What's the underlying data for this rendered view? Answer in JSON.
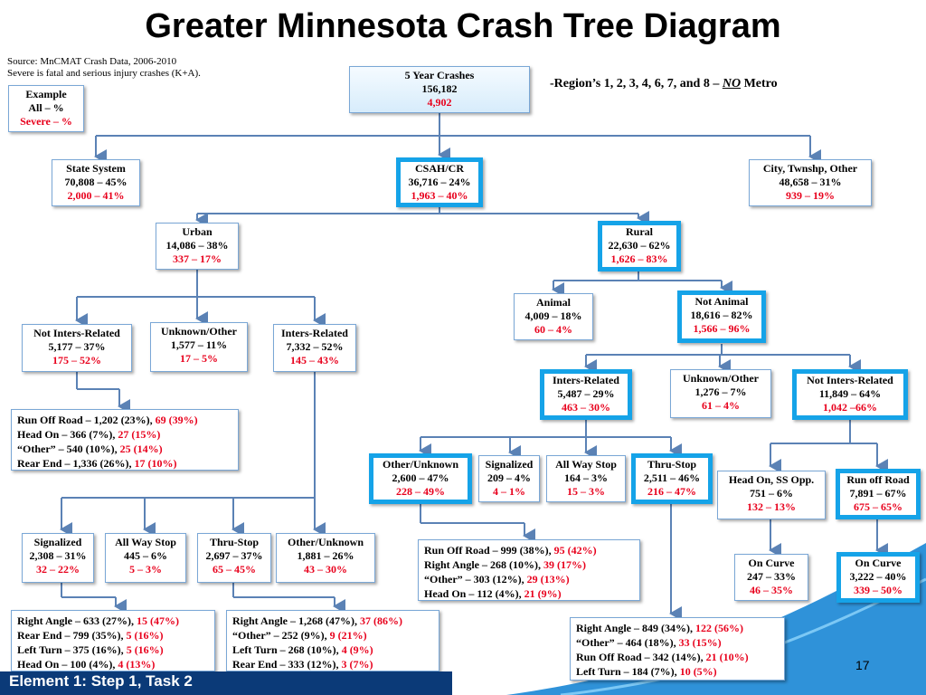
{
  "title": "Greater Minnesota Crash Tree Diagram",
  "source": {
    "line1": "Source: MnCMAT Crash Data, 2006-2010",
    "line2": "Severe is fatal and serious injury crashes (K+A)."
  },
  "region_note": {
    "before": "-Region’s 1, 2, 3, 4, 6, 7, and 8 – ",
    "emph": "NO",
    "after": " Metro"
  },
  "colors": {
    "accent_border": "#15a3e8",
    "severe_red": "#e8001c",
    "footer_band": "#0b3a78",
    "connector": "#5b82b5"
  },
  "nodes": {
    "example": {
      "l1": "Example",
      "l2": "All – %",
      "l3": "Severe – %"
    },
    "total": {
      "l1": "5 Year Crashes",
      "l2": "156,182",
      "l3": "4,902"
    },
    "state": {
      "l1": "State System",
      "l2": "70,808 – 45%",
      "l3": "2,000 – 41%"
    },
    "csah": {
      "l1": "CSAH/CR",
      "l2": "36,716 – 24%",
      "l3": "1,963 – 40%"
    },
    "city": {
      "l1": "City, Twnshp, Other",
      "l2": "48,658 – 31%",
      "l3": "939 – 19%"
    },
    "urban": {
      "l1": "Urban",
      "l2": "14,086 – 38%",
      "l3": "337 – 17%"
    },
    "rural": {
      "l1": "Rural",
      "l2": "22,630 – 62%",
      "l3": "1,626 – 83%"
    },
    "u_not_inters": {
      "l1": "Not Inters-Related",
      "l2": "5,177 – 37%",
      "l3": "175 – 52%"
    },
    "u_unknown": {
      "l1": "Unknown/Other",
      "l2": "1,577 – 11%",
      "l3": "17 – 5%"
    },
    "u_inters": {
      "l1": "Inters-Related",
      "l2": "7,332 – 52%",
      "l3": "145 – 43%"
    },
    "animal": {
      "l1": "Animal",
      "l2": "4,009 – 18%",
      "l3": "60 – 4%"
    },
    "not_animal": {
      "l1": "Not Animal",
      "l2": "18,616 – 82%",
      "l3": "1,566 – 96%"
    },
    "r_inters": {
      "l1": "Inters-Related",
      "l2": "5,487 – 29%",
      "l3": "463 – 30%"
    },
    "r_unknown": {
      "l1": "Unknown/Other",
      "l2": "1,276 – 7%",
      "l3": "61 – 4%"
    },
    "r_not_inters": {
      "l1": "Not Inters-Related",
      "l2": "11,849 – 64%",
      "l3": "1,042 –66%"
    },
    "r_other": {
      "l1": "Other/Unknown",
      "l2": "2,600 – 47%",
      "l3": "228 – 49%"
    },
    "r_signal": {
      "l1": "Signalized",
      "l2": "209 – 4%",
      "l3": "4 – 1%"
    },
    "r_allway": {
      "l1": "All Way Stop",
      "l2": "164 – 3%",
      "l3": "15 – 3%"
    },
    "r_thru": {
      "l1": "Thru-Stop",
      "l2": "2,511 – 46%",
      "l3": "216 – 47%"
    },
    "head_on": {
      "l1": "Head On, SS Opp.",
      "l2": "751 – 6%",
      "l3": "132 – 13%"
    },
    "run_off": {
      "l1": "Run off Road",
      "l2": "7,891 – 67%",
      "l3": "675 – 65%"
    },
    "curve1": {
      "l1": "On Curve",
      "l2": "247 – 33%",
      "l3": "46 – 35%"
    },
    "curve2": {
      "l1": "On Curve",
      "l2": "3,222 – 40%",
      "l3": "339 – 50%"
    },
    "u_signal": {
      "l1": "Signalized",
      "l2": "2,308 – 31%",
      "l3": "32 – 22%"
    },
    "u_allway": {
      "l1": "All Way Stop",
      "l2": "445 – 6%",
      "l3": "5 – 3%"
    },
    "u_thru": {
      "l1": "Thru-Stop",
      "l2": "2,697 – 37%",
      "l3": "65 – 45%"
    },
    "u_other": {
      "l1": "Other/Unknown",
      "l2": "1,881 – 26%",
      "l3": "43 – 30%"
    }
  },
  "lists": {
    "urban_not_inters": [
      {
        "text": "Run Off Road – 1,202 (23%), ",
        "red": "69 (39%)"
      },
      {
        "text": "Head On – 366 (7%), ",
        "red": "27 (15%)"
      },
      {
        "text": "“Other” – 540 (10%), ",
        "red": "25 (14%)"
      },
      {
        "text": "Rear End – 1,336 (26%), ",
        "red": "17 (10%)"
      }
    ],
    "rural_other": [
      {
        "text": "Run Off Road – 999 (38%), ",
        "red": "95 (42%)"
      },
      {
        "text": "Right Angle – 268 (10%), ",
        "red": "39 (17%)"
      },
      {
        "text": "“Other” – 303 (12%), ",
        "red": "29 (13%)"
      },
      {
        "text": "Head On – 112 (4%), ",
        "red": "21 (9%)"
      }
    ],
    "urban_signal": [
      {
        "text": "Right Angle – 633 (27%), ",
        "red": "15 (47%)"
      },
      {
        "text": "Rear End – 799 (35%), ",
        "red": "5 (16%)"
      },
      {
        "text": "Left Turn – 375 (16%), ",
        "red": "5 (16%)"
      },
      {
        "text": "Head On – 100 (4%), ",
        "red": "4 (13%)"
      }
    ],
    "urban_thru": [
      {
        "text": "Right Angle – 1,268 (47%), ",
        "red": "37 (86%)"
      },
      {
        "text": "“Other” – 252 (9%), ",
        "red": "9 (21%)"
      },
      {
        "text": "Left Turn – 268 (10%), ",
        "red": "4 (9%)"
      },
      {
        "text": "Rear End – 333 (12%), ",
        "red": "3 (7%)"
      }
    ],
    "rural_thru": [
      {
        "text": "Right Angle – 849 (34%), ",
        "red": "122 (56%)"
      },
      {
        "text": "“Other” – 464 (18%), ",
        "red": "33 (15%)"
      },
      {
        "text": "Run Off Road – 342 (14%), ",
        "red": "21 (10%)"
      },
      {
        "text": "Left Turn – 184 (7%), ",
        "red": "10 (5%)"
      }
    ]
  },
  "footer": {
    "label": "Element 1: Step 1, Task 2",
    "page": "17"
  }
}
